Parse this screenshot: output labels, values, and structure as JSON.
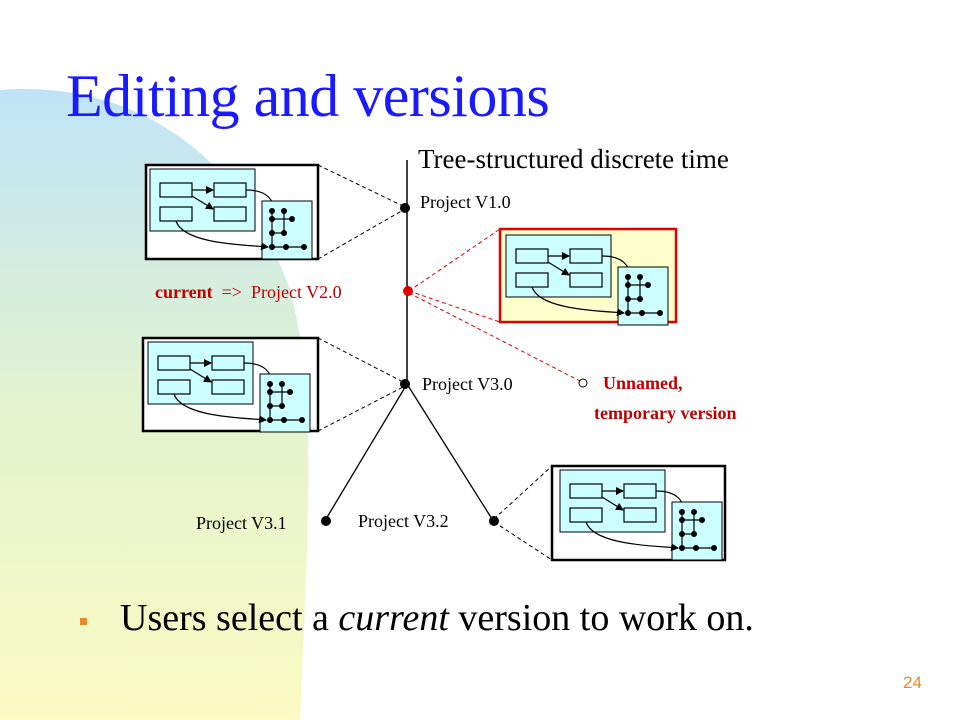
{
  "slide": {
    "title": "Editing and versions",
    "subtitle": "Tree-structured discrete time",
    "page_number": "24"
  },
  "colors": {
    "title": "#1a1aff",
    "highlight_red": "#c00000",
    "bullet": "#e58a2c",
    "box_fill": "#ccffff",
    "highlight_fill": "#ffffcc"
  },
  "diagram": {
    "versions": {
      "v1": "Project V1.0",
      "v2_prefix": "current",
      "v2_arrow": "=>",
      "v2": "Project V2.0",
      "v3": "Project V3.0",
      "v31": "Project V3.1",
      "v32": "Project V3.2"
    },
    "unnamed": {
      "line1": "Unnamed,",
      "line2": "temporary version"
    }
  },
  "bullets": [
    {
      "before": "Users select a ",
      "emphasis": "current",
      "after": " version to work on."
    }
  ]
}
